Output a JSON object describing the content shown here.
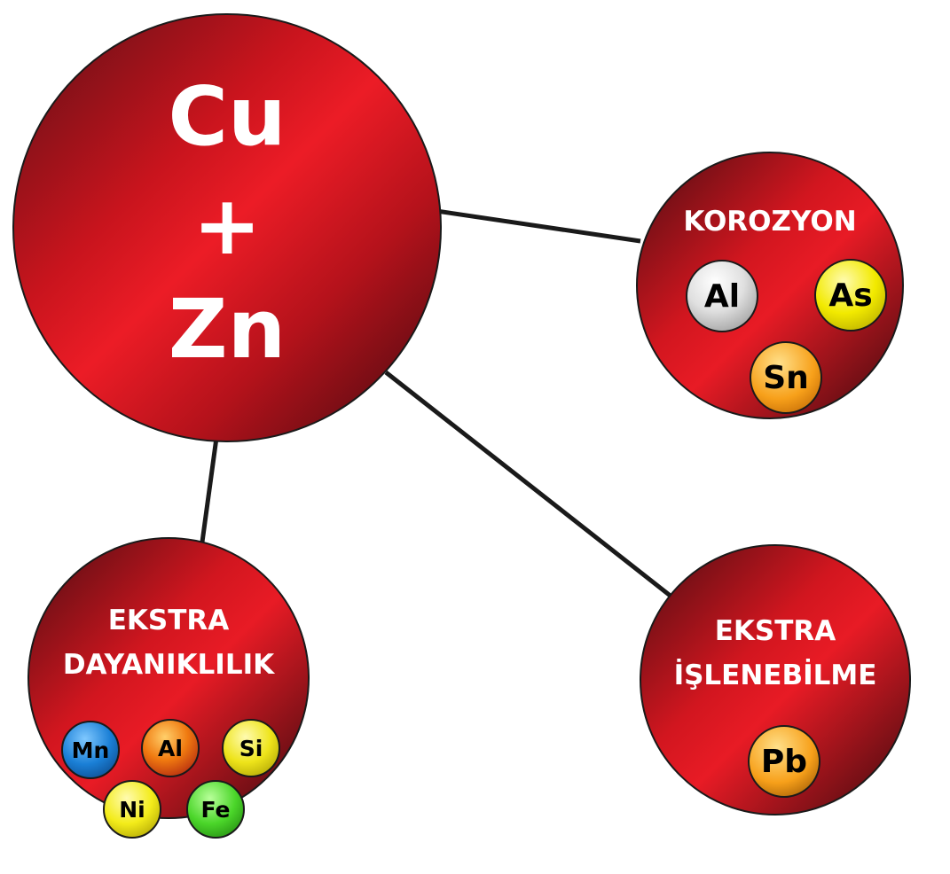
{
  "center": {
    "line1": "Cu",
    "line2": "+",
    "line3": "Zn"
  },
  "nodes": [
    {
      "id": "korozyon",
      "title_lines": [
        "KOROZYON"
      ],
      "elements": [
        {
          "symbol": "Al",
          "color": "#d9d9d9",
          "text_color": "#111111"
        },
        {
          "symbol": "As",
          "color": "#f2ea00",
          "text_color": "#111111"
        },
        {
          "symbol": "Sn",
          "color": "#f7a01a",
          "text_color": "#111111"
        }
      ]
    },
    {
      "id": "dayaniklilik",
      "title_lines": [
        "EKSTRA",
        "DAYANIKLILIK"
      ],
      "elements": [
        {
          "symbol": "Mn",
          "color": "#1a7fd6",
          "text_color": "#111111"
        },
        {
          "symbol": "Al",
          "color": "#f07a10",
          "text_color": "#111111"
        },
        {
          "symbol": "Si",
          "color": "#eee41a",
          "text_color": "#111111"
        },
        {
          "symbol": "Ni",
          "color": "#f3ec1a",
          "text_color": "#111111"
        },
        {
          "symbol": "Fe",
          "color": "#4bd62a",
          "text_color": "#111111"
        }
      ]
    },
    {
      "id": "islenebilme",
      "title_lines": [
        "EKSTRA",
        "İŞLENEBİLME"
      ],
      "elements": [
        {
          "symbol": "Pb",
          "color": "#f7a01a",
          "text_color": "#111111"
        }
      ]
    }
  ],
  "colors": {
    "node_red": "#e01b24",
    "node_dark": "#4a0d12",
    "connector": "#1a1a1a"
  }
}
